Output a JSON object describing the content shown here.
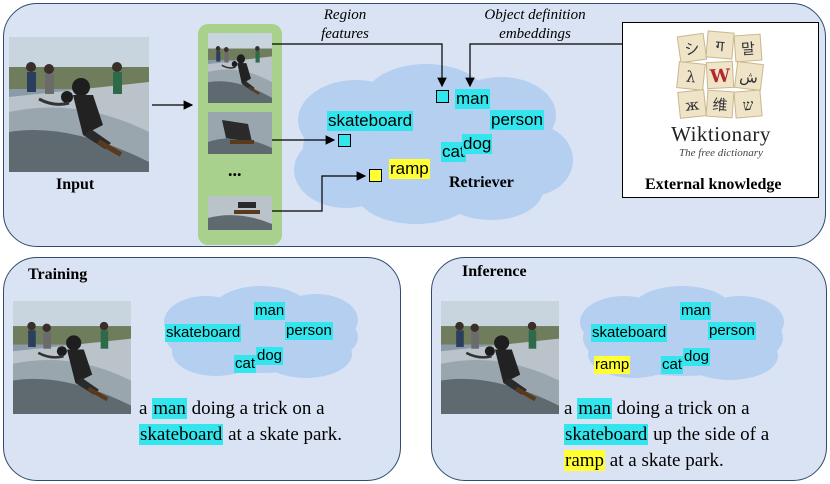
{
  "top": {
    "input_label": "Input",
    "ellipsis": "...",
    "region_features_label": "Region\nfeatures",
    "object_definition_label": "Object definition\nembeddings",
    "retriever_label": "Retriever",
    "external_knowledge_label": "External knowledge",
    "wiktionary_name": "Wiktionary",
    "wiktionary_tagline": "The free dictionary",
    "retriever_words": {
      "skateboard": "skateboard",
      "man": "man",
      "person": "person",
      "cat": "cat",
      "dog": "dog",
      "ramp": "ramp"
    }
  },
  "training": {
    "title": "Training",
    "words": {
      "man": "man",
      "skateboard": "skateboard",
      "person": "person",
      "cat": "cat",
      "dog": "dog"
    },
    "caption": {
      "l1_pre": "a ",
      "l1_hl": "man",
      "l1_post": " doing a trick on a",
      "l2_hl": "skateboard",
      "l2_post": " at a skate park."
    }
  },
  "inference": {
    "title": "Inference",
    "words": {
      "man": "man",
      "skateboard": "skateboard",
      "person": "person",
      "ramp": "ramp",
      "cat": "cat",
      "dog": "dog"
    },
    "caption": {
      "l1_pre": "a ",
      "l1_hl": "man",
      "l1_post": " doing a trick on a",
      "l2_hl": "skateboard",
      "l2_post": " up the side of a",
      "l3_hl": "ramp",
      "l3_post": " at a skate park."
    }
  },
  "colors": {
    "panel": "#dae3f3",
    "panel_border": "#2f4b6e",
    "cloud": "#b4cff0",
    "region_box": "#a9d18e",
    "highlight_cyan": "#33e6ee",
    "highlight_yellow": "#ffff33"
  }
}
